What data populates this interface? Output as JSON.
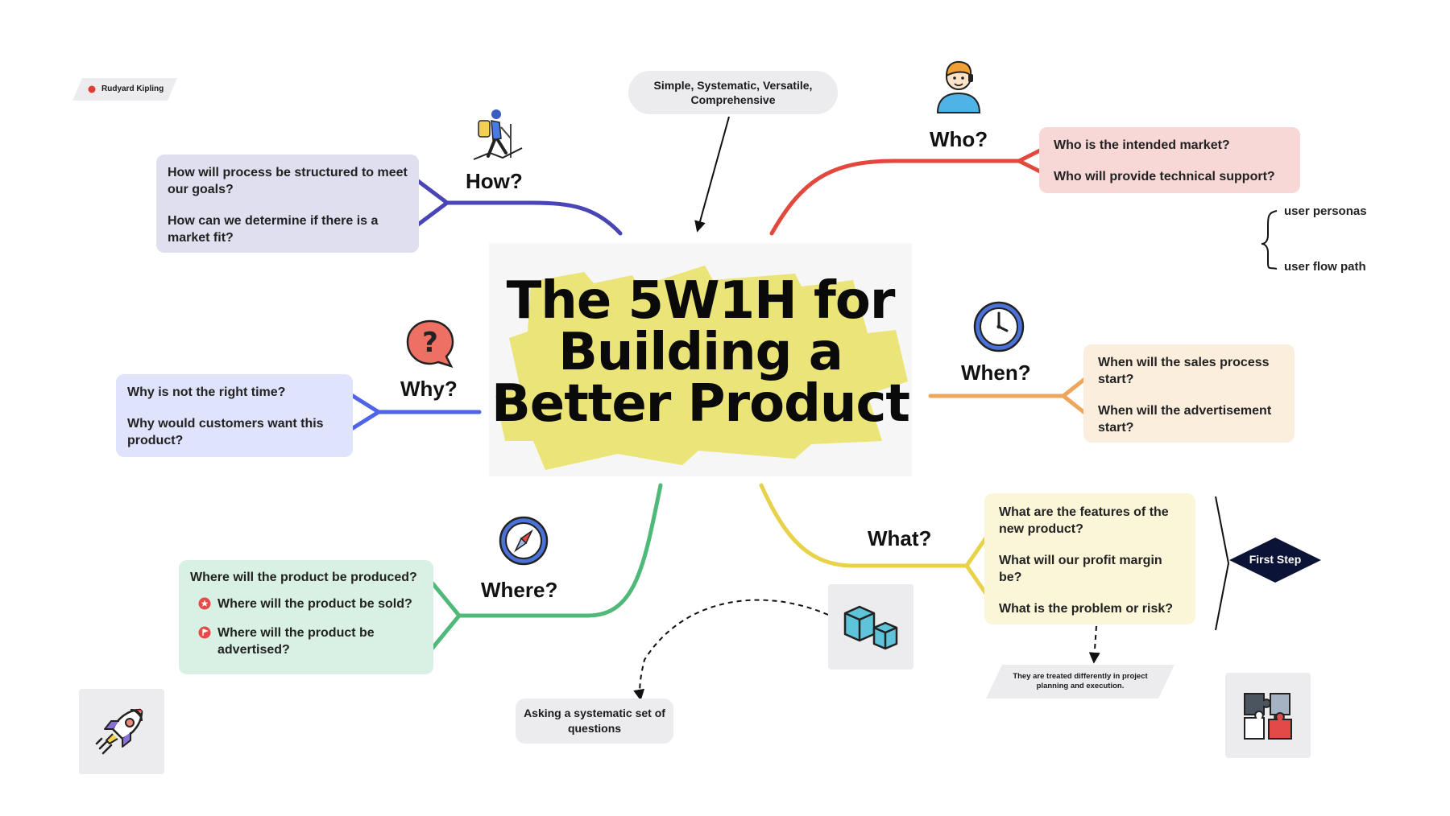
{
  "title": {
    "line1": "The 5W1H for",
    "line2": "Building a",
    "line3": "Better Product"
  },
  "tag": {
    "text": "Rudyard Kipling",
    "dot_color": "#e53935"
  },
  "callout_top": {
    "line1": "Simple,  Systematic, Versatile,",
    "line2": "Comprehensive"
  },
  "callout_bottom": {
    "line1": "Asking a systematic set of",
    "line2": "questions"
  },
  "branches": {
    "how": {
      "label": "How?",
      "color": "#4a45b5",
      "box_color": "#dfdff0",
      "items": [
        "How will process be structured to meet our goals?",
        " How can we determine if there is a market fit?"
      ]
    },
    "who": {
      "label": "Who?",
      "color": "#e2483d",
      "box_color": "#f8d7d7",
      "items": [
        "Who is the intended market?",
        "Who will provide technical support?"
      ]
    },
    "why": {
      "label": "Why?",
      "color": "#4f64e6",
      "box_color": "#dfe3fb",
      "items": [
        " Why is not the right time?",
        "Why would customers want this product?"
      ]
    },
    "when": {
      "label": "When?",
      "color": "#eea55c",
      "box_color": "#fbeedd",
      "items": [
        "When will the sales process start?",
        "When will the advertisement start?"
      ]
    },
    "where": {
      "label": "Where?",
      "color": "#4fb97a",
      "box_color": "#d8f1e4",
      "items": [
        "Where will the product be produced?",
        "Where will the product be sold?",
        "Where will the product be advertised?"
      ]
    },
    "what": {
      "label": "What?",
      "color": "#e8d24a",
      "box_color": "#fcf6d9",
      "items": [
        "What are the features of the new product?",
        "What will our profit margin be?",
        "What is the problem or risk?"
      ]
    }
  },
  "who_notes": [
    "user personas",
    "user flow path"
  ],
  "first_step": {
    "text": "First Step",
    "color": "#0b1437"
  },
  "what_note": {
    "line1": "They are treated differently in project",
    "line2": "planning and execution."
  },
  "icons": {
    "how": "hiker-icon",
    "who": "support-agent-icon",
    "why": "question-bubble-icon",
    "when": "clock-icon",
    "where": "compass-icon",
    "cubes": "cubes-icon",
    "rocket": "rocket-icon",
    "puzzle": "puzzle-icon"
  }
}
